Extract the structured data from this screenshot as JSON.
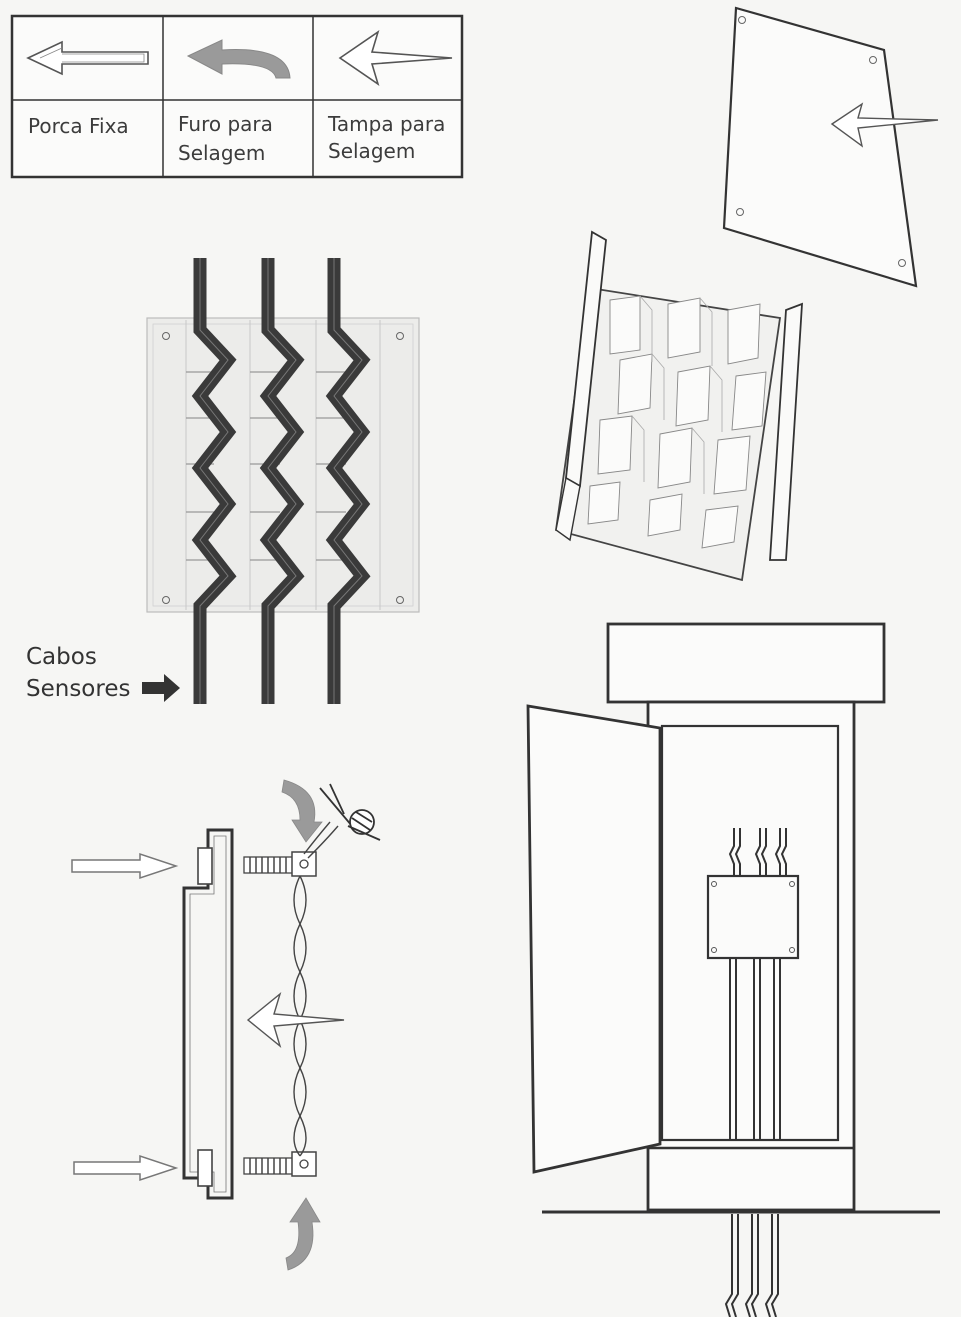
{
  "legend": {
    "items": [
      {
        "icon": "hollow-left-arrow-icon",
        "line1": "Porca Fixa",
        "line2": ""
      },
      {
        "icon": "curved-back-arrow-icon",
        "line1": "Furo para",
        "line2": "Selagem"
      },
      {
        "icon": "open-left-arrowhead-icon",
        "line1": "Tampa para",
        "line2": "Selagem"
      }
    ]
  },
  "cable_label": {
    "line1": "Cabos",
    "line2": "Sensores"
  },
  "colors": {
    "ink": "#333333",
    "cable": "#3a3a3a",
    "grey_arrow": "#9a9a9a",
    "paper": "#f6f6f4"
  }
}
